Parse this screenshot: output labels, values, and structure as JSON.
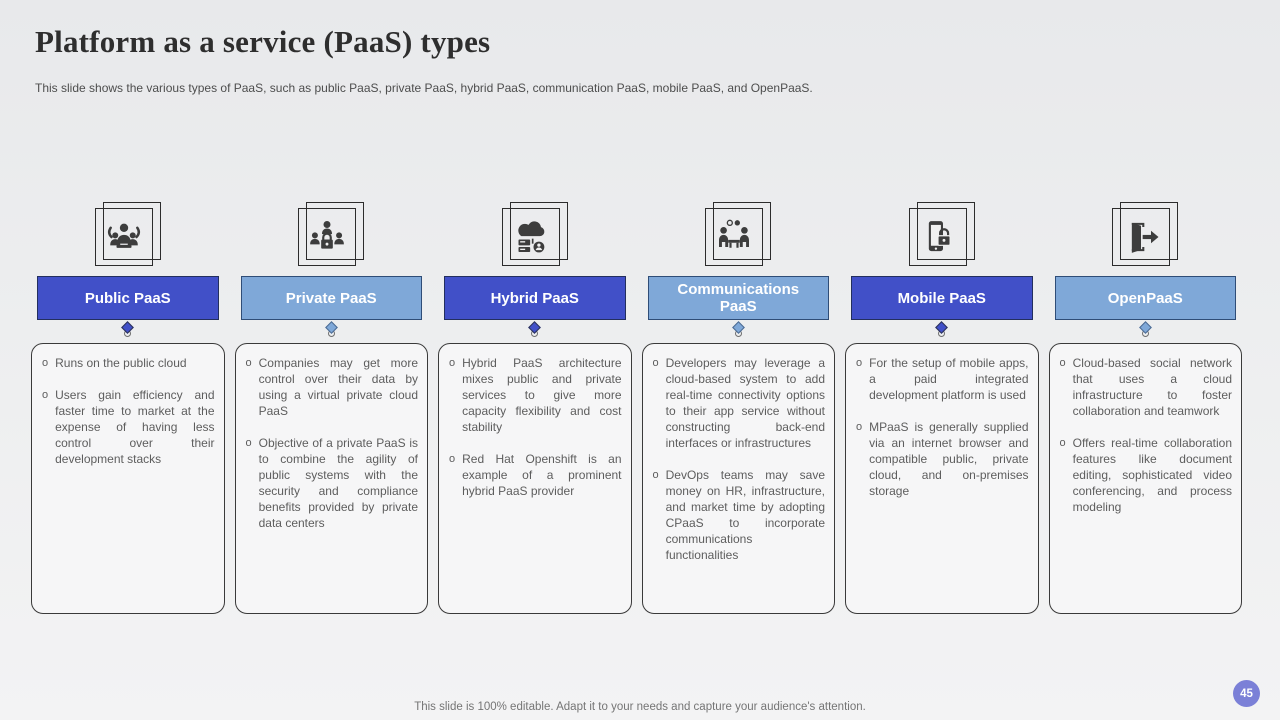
{
  "slide": {
    "title": "Platform as a service (PaaS) types",
    "subtitle": "This slide shows the various types of PaaS, such as public PaaS, private PaaS, hybrid PaaS, communication PaaS, mobile PaaS, and OpenPaaS.",
    "footer_note": "This slide is 100% editable. Adapt it to your needs and capture your audience's attention.",
    "page_number": "45",
    "bullet_marker": "o"
  },
  "colors": {
    "header_dark": "#4150c8",
    "header_dark_border": "#232f5e",
    "header_light": "#7fa8d8",
    "header_light_border": "#2f4d77",
    "badge": "#7b80d7",
    "icon_glyph": "#3d3d3d"
  },
  "columns": [
    {
      "label": "Public PaaS",
      "style": "dark",
      "icon": "crowd-users-icon",
      "bullets": [
        "Runs on the public cloud",
        "Users gain efficiency and faster time to market at the expense of having less control over their development stacks"
      ]
    },
    {
      "label": "Private PaaS",
      "style": "light",
      "icon": "private-group-lock-icon",
      "bullets": [
        "Companies may get more control over their data by using a virtual private cloud PaaS",
        "Objective of a private PaaS is to combine the agility of public systems with the security and compliance benefits provided by private data centers"
      ]
    },
    {
      "label": "Hybrid PaaS",
      "style": "dark",
      "icon": "hybrid-cloud-server-icon",
      "bullets": [
        "Hybrid PaaS architecture mixes public and private services to give more capacity flexibility and cost stability",
        "Red Hat Openshift is an example of a prominent hybrid PaaS provider"
      ]
    },
    {
      "label": "Communications PaaS",
      "style": "light",
      "icon": "communication-people-icon",
      "bullets": [
        "Developers may leverage a cloud-based system to add real-time connectivity options to their app service without constructing back-end interfaces or infrastructures",
        "DevOps teams may save money on HR, infrastructure, and market time by adopting CPaaS to incorporate communications functionalities"
      ]
    },
    {
      "label": "Mobile PaaS",
      "style": "dark",
      "icon": "mobile-lock-icon",
      "bullets": [
        "For the setup of mobile apps, a paid integrated development platform is used",
        "MPaaS is generally supplied via an internet browser and compatible public, private cloud, and on-premises storage"
      ]
    },
    {
      "label": "OpenPaaS",
      "style": "light",
      "icon": "open-door-arrow-icon",
      "bullets": [
        "Cloud-based social network that uses a cloud infrastructure to foster collaboration and teamwork",
        "Offers real-time collaboration features like document editing, sophisticated video conferencing, and process modeling"
      ]
    }
  ]
}
